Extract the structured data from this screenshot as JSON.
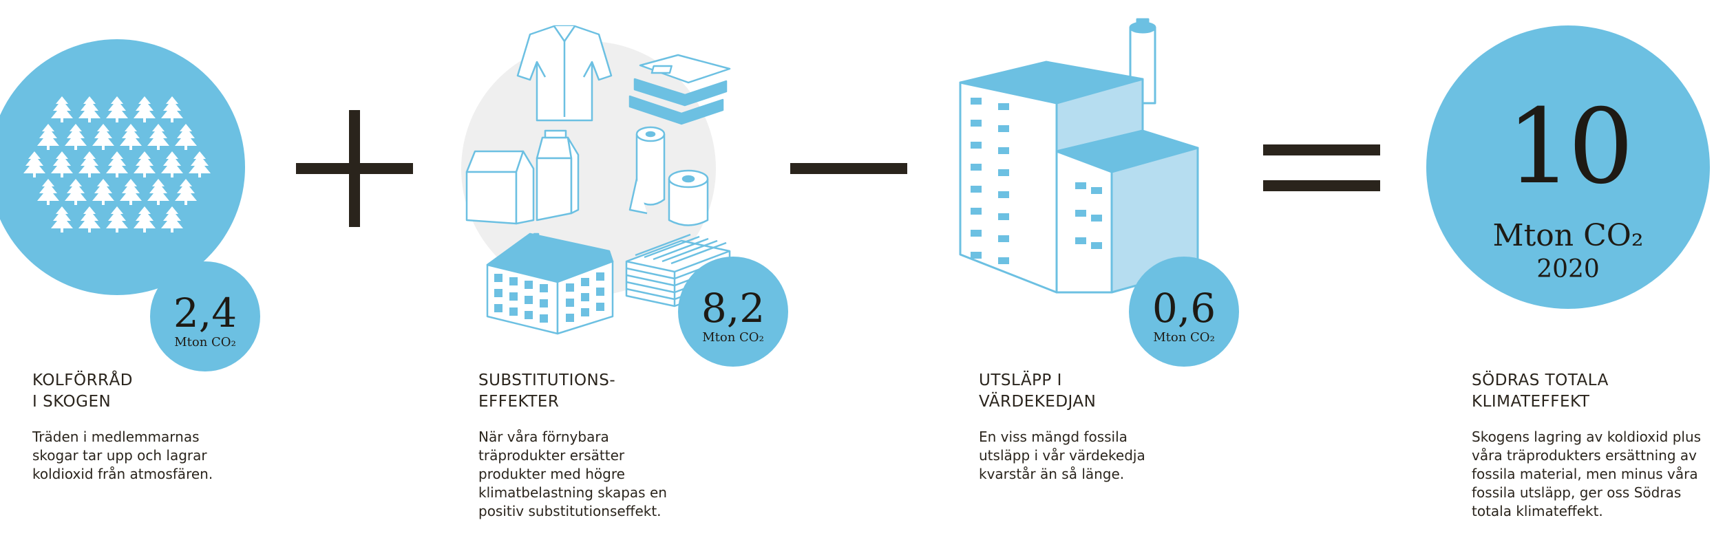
{
  "colors": {
    "accent": "#6cc0e2",
    "light_accent": "#b6ddf0",
    "grey_circle": "#efefef",
    "ink": "#2a241c"
  },
  "operators": [
    "plus",
    "minus",
    "equals"
  ],
  "blocks": [
    {
      "id": "forest",
      "value": "2,4",
      "unit": "Mton CO₂",
      "title_lines": [
        "KOLFÖRRÅD",
        "I SKOGEN"
      ],
      "body_lines": [
        "Träden i medlemmarnas",
        "skogar tar upp och lagrar",
        "koldioxid från atmosfären."
      ]
    },
    {
      "id": "substitution",
      "value": "8,2",
      "unit": "Mton CO₂",
      "title_lines": [
        "SUBSTITUTIONS-",
        "EFFEKTER"
      ],
      "body_lines": [
        "När våra förnybara",
        "träprodukter ersätter",
        "produkter med högre",
        "klimatbelastning skapas en",
        "positiv substitutionseffekt."
      ]
    },
    {
      "id": "emissions",
      "value": "0,6",
      "unit": "Mton CO₂",
      "title_lines": [
        "UTSLÄPP I",
        "VÄRDEKEDJAN"
      ],
      "body_lines": [
        "En viss mängd fossila",
        "utsläpp i vår värdekedja",
        "kvarstår än så länge."
      ]
    },
    {
      "id": "total",
      "value": "10",
      "unit": "Mton CO₂",
      "year": "2020",
      "title_lines": [
        "SÖDRAS TOTALA",
        "KLIMATEFFEKT"
      ],
      "body_lines": [
        "Skogens lagring av koldioxid plus",
        "våra träprodukters ersättning av",
        "fossila material, men minus våra",
        "fossila utsläpp, ger oss Södras",
        "totala klimateffekt."
      ]
    }
  ]
}
